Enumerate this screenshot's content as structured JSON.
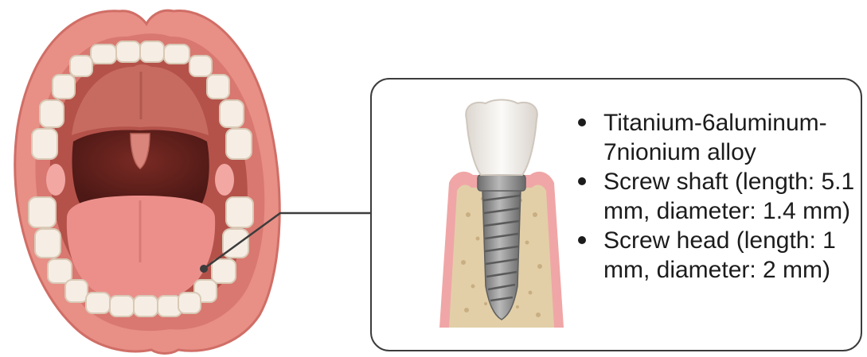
{
  "specs": [
    "Titanium-6aluminum-7nionium alloy",
    "Screw shaft (length: 5.1 mm, diameter: 1.4 mm)",
    "Screw head (length: 1 mm, diameter: 2 mm)"
  ],
  "colors": {
    "lip": "#e88f86",
    "lip_dark": "#d8756c",
    "mouth_interior": "#b4524a",
    "palate": "#c76b60",
    "throat": "#6b2420",
    "tongue": "#ec8f8b",
    "teeth": "#f6eee4",
    "tonsil": "#f2a7a3",
    "gum": "#f0a6a6",
    "bone": "#e2cfa8",
    "screw": "#8c8c8c",
    "crown": "#f4f1ee",
    "outline": "#3c3c3c"
  },
  "icons": [
    "open-mouth-illustration",
    "dental-implant-illustration"
  ]
}
